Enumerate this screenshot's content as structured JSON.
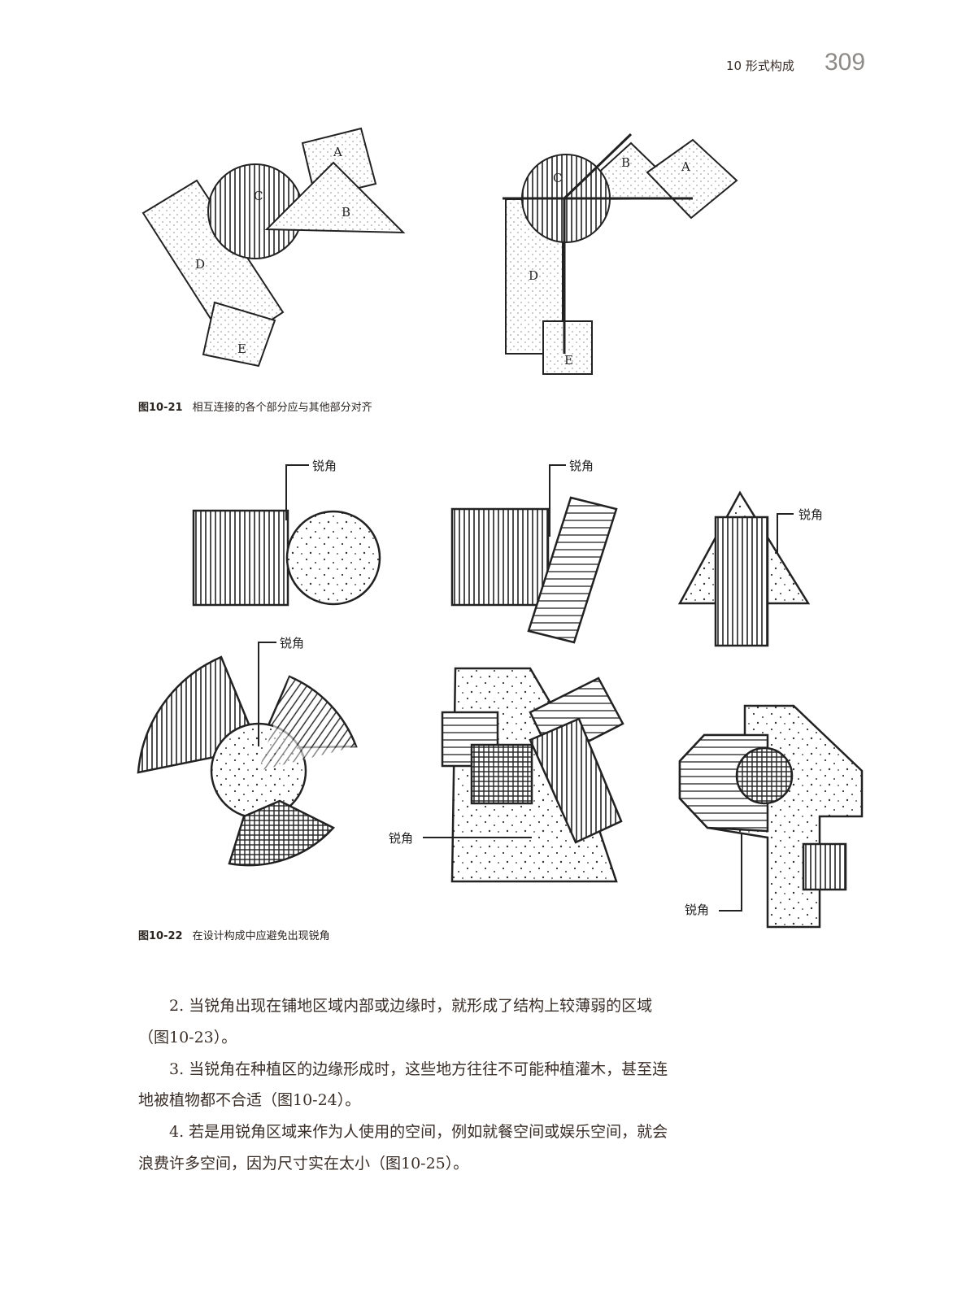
{
  "header": {
    "chapter": "10 形式构成",
    "page_number": "309"
  },
  "figure_10_21": {
    "number": "图10-21",
    "caption": "相互连接的各个部分应与其他部分对齐",
    "left_labels": {
      "a": "A",
      "b": "B",
      "c": "C",
      "d": "D",
      "e": "E"
    },
    "right_labels": {
      "a": "A",
      "b": "B",
      "c": "C",
      "d": "D",
      "e": "E"
    }
  },
  "figure_10_22": {
    "number": "图10-22",
    "caption": "在设计构成中应避免出现锐角",
    "acute_label": "锐角"
  },
  "body": {
    "paragraphs": [
      "2. 当锐角出现在铺地区域内部或边缘时，就形成了结构上较薄弱的区域（图10-23）。",
      "3. 当锐角在种植区的边缘形成时，这些地方往往不可能种植灌木，甚至连地被植物都不合适（图10-24）。",
      "4. 若是用锐角区域来作为人使用的空间，例如就餐空间或娱乐空间，就会浪费许多空间，因为尺寸实在太小（图10-25）。"
    ]
  }
}
